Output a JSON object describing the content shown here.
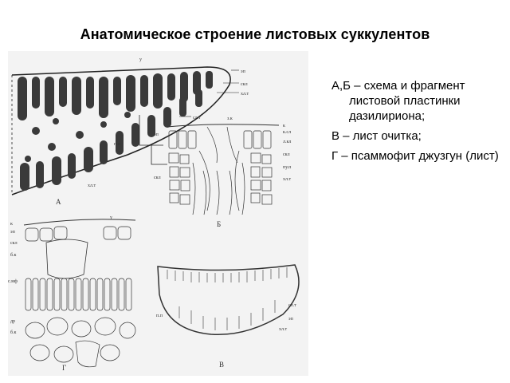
{
  "slide": {
    "title": "Анатомическое строение листовых суккулентов",
    "caption": [
      "А,Б – схема и фрагмент листовой пластинки дазилириона;",
      "В – лист очитка;",
      "Г – псаммофит джузгун (лист)"
    ]
  },
  "figure": {
    "panel_labels": [
      "А",
      "Б",
      "В",
      "Г"
    ],
    "labels_A": [
      "у",
      "эп",
      "скл",
      "хл.т",
      "сл.т",
      "п.п",
      "хл.т"
    ],
    "labels_B": [
      "з.к",
      "к",
      "к.сл",
      "л.кл",
      "скл",
      "пу.п",
      "хл.т",
      "эп",
      "скл"
    ],
    "labels_V": [
      "сл.т",
      "эп",
      "хл.т",
      "п.п"
    ],
    "labels_G": [
      "к",
      "у",
      "эп",
      "скл",
      "б.к",
      "с.мф",
      "др",
      "б.к"
    ]
  }
}
